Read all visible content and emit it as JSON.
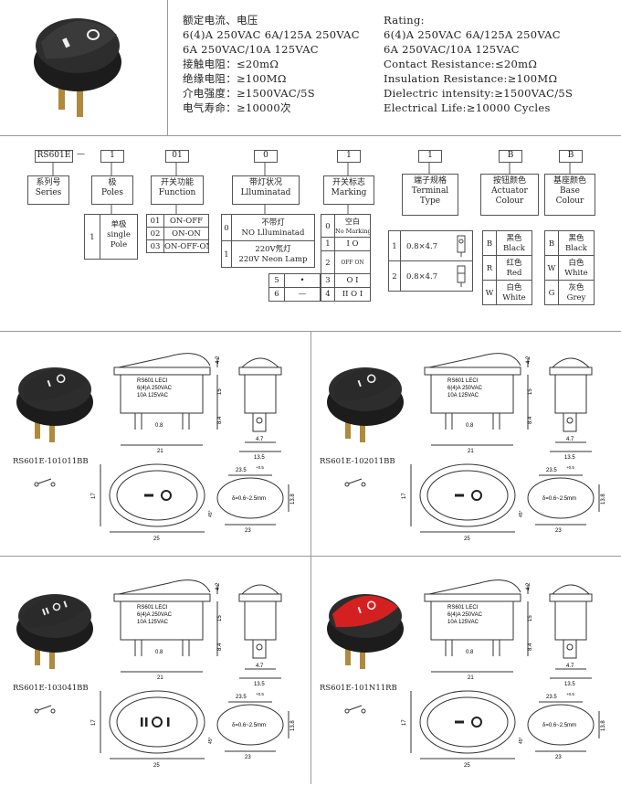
{
  "specs_cn": [
    "额定电流、电压",
    "6(4)A 250VAC  6A/125A 250VAC",
    "6A  250VAC/10A 125VAC",
    "接触电阻：≤20mΩ",
    "绝缘电阻：≥100MΩ",
    "介电强度：≥1500VAC/5S",
    "电气寿命：≥10000次"
  ],
  "specs_en": [
    "Rating:",
    "6(4)A 250VAC  6A/125A 250VAC",
    "6A  250VAC/10A 125VAC",
    "Contact  Resistance:≤20mΩ",
    "Insulation  Resistance:≥100MΩ",
    "Dielectric intensity:≥1500VAC/5S",
    "Electrical Life:≥10000 Cycles"
  ],
  "code": {
    "series": "RS601E",
    "dash": "—",
    "codes": [
      "1",
      "01",
      "0",
      "1",
      "1",
      "B",
      "B"
    ]
  },
  "headers": [
    {
      "cn": "系列号",
      "en": "Series"
    },
    {
      "cn": "极",
      "en": "Poles"
    },
    {
      "cn": "开关功能",
      "en": "Function"
    },
    {
      "cn": "带灯状况",
      "en": "Llluminatad"
    },
    {
      "cn": "开关标志",
      "en": "Marking"
    },
    {
      "cn": "端子规格",
      "en": "Terminal Type"
    },
    {
      "cn": "按钮颜色",
      "en": "Actuator Colour"
    },
    {
      "cn": "基座颜色",
      "en": "Base Colour"
    }
  ],
  "poles": {
    "code": "1",
    "cn": "单极",
    "en1": "single",
    "en2": "Pole"
  },
  "functions": [
    {
      "code": "01",
      "label": "ON-OFF"
    },
    {
      "code": "02",
      "label": "ON-ON"
    },
    {
      "code": "03",
      "label": "ON-OFF-ON"
    }
  ],
  "lamp": [
    {
      "code": "0",
      "cn": "不带灯",
      "en": "NO Llluminatad"
    },
    {
      "code": "1",
      "cn": "220V氖灯",
      "en": "220V Neon Lamp"
    }
  ],
  "marking": [
    {
      "code": "0",
      "cn": "空白",
      "en": "No Marking",
      "sym": ""
    },
    {
      "code": "1",
      "sym": "I O"
    },
    {
      "code": "2",
      "sym": "OFF  ON"
    },
    {
      "code": "3",
      "sym": "O I"
    },
    {
      "code": "4",
      "sym": "II O I"
    },
    {
      "code": "5",
      "sym": "•"
    },
    {
      "code": "6",
      "sym": "—"
    }
  ],
  "terminal": [
    {
      "code": "1",
      "label": "0.8×4.7"
    },
    {
      "code": "2",
      "label": "0.8×4.7"
    }
  ],
  "actuator": [
    {
      "code": "B",
      "cn": "黑色",
      "en": "Black"
    },
    {
      "code": "R",
      "cn": "红色",
      "en": "Red"
    },
    {
      "code": "W",
      "cn": "白色",
      "en": "White"
    }
  ],
  "base": [
    {
      "code": "B",
      "cn": "黑色",
      "en": "Black"
    },
    {
      "code": "W",
      "cn": "白色",
      "en": "White"
    },
    {
      "code": "G",
      "cn": "灰色",
      "en": "Grey"
    }
  ],
  "drawings": [
    {
      "model": "RS601E-101011BB",
      "actuator_color": "#2a2a2a",
      "mark": "I O"
    },
    {
      "model": "RS601E-102011BB",
      "actuator_color": "#2a2a2a",
      "mark": "I O"
    },
    {
      "model": "RS601E-103041BB",
      "actuator_color": "#2a2a2a",
      "mark": "II O I"
    },
    {
      "model": "RS601E-101N11RB",
      "actuator_color": "#d42020",
      "mark": "I O"
    }
  ],
  "drawing_text": {
    "label1": "RS601  LECI",
    "label2": "6(4)A 250VAC",
    "label3": "10A 125VAC",
    "d42": "4.2",
    "d15": "15",
    "d84": "8.4",
    "d08": "0.8",
    "d21": "21",
    "d47": "4.7",
    "d135": "13.5",
    "d17": "17",
    "d25": "25",
    "d235": "23.5",
    "tol": "+0.5",
    "d138": "13.8",
    "d23": "23",
    "thick": "δ=0.6~2.5mm",
    "angle": "45°"
  }
}
